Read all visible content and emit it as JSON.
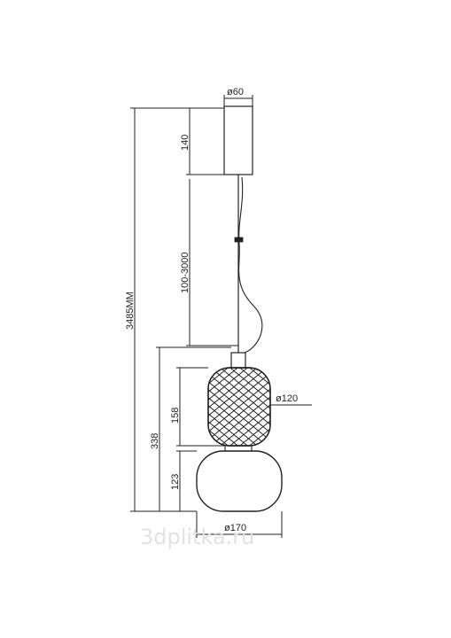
{
  "labels": {
    "canopy_diameter": "ø60",
    "canopy_height": "140",
    "cable_length": "100-3000",
    "total_height": "3485MM",
    "shade_height": "338",
    "upper_glass_height": "158",
    "lower_glass_height": "123",
    "upper_glass_diameter": "ø120",
    "lower_glass_diameter": "ø170"
  },
  "watermark": "3dplitka.ru",
  "colors": {
    "line": "#222222",
    "watermark": "#e2e2e2"
  }
}
